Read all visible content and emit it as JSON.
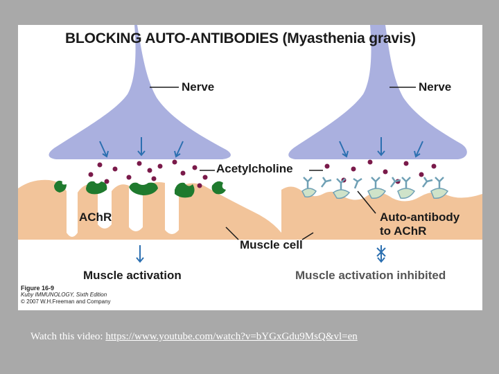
{
  "title": "BLOCKING AUTO-ANTIBODIES (Myasthenia gravis)",
  "labels": {
    "nerve_left": "Nerve",
    "nerve_right": "Nerve",
    "acetylcholine": "Acetylcholine",
    "achr": "AChR",
    "muscle_cell": "Muscle cell",
    "auto_antibody_line1": "Auto-antibody",
    "auto_antibody_line2": "to AChR",
    "muscle_activation": "Muscle activation",
    "muscle_activation_inhibited": "Muscle activation inhibited"
  },
  "caption": {
    "figure": "Figure 16-9",
    "edition": "Kuby IMMUNOLOGY, Sixth Edition",
    "copyright": "© 2007 W.H.Freeman and Company"
  },
  "footer": {
    "prefix": "Watch this video: ",
    "link_text": "https://www.youtube.com/watch?v=bYGxGdu9MsQ&vl=en"
  },
  "colors": {
    "nerve": "#aab0df",
    "muscle": "#f2c49a",
    "acetylcholine": "#7a1a4a",
    "receptor": "#1f7a2e",
    "antibody": "#6fa0b5",
    "arrow": "#2b6fb0",
    "background": "#a9a9a9"
  }
}
